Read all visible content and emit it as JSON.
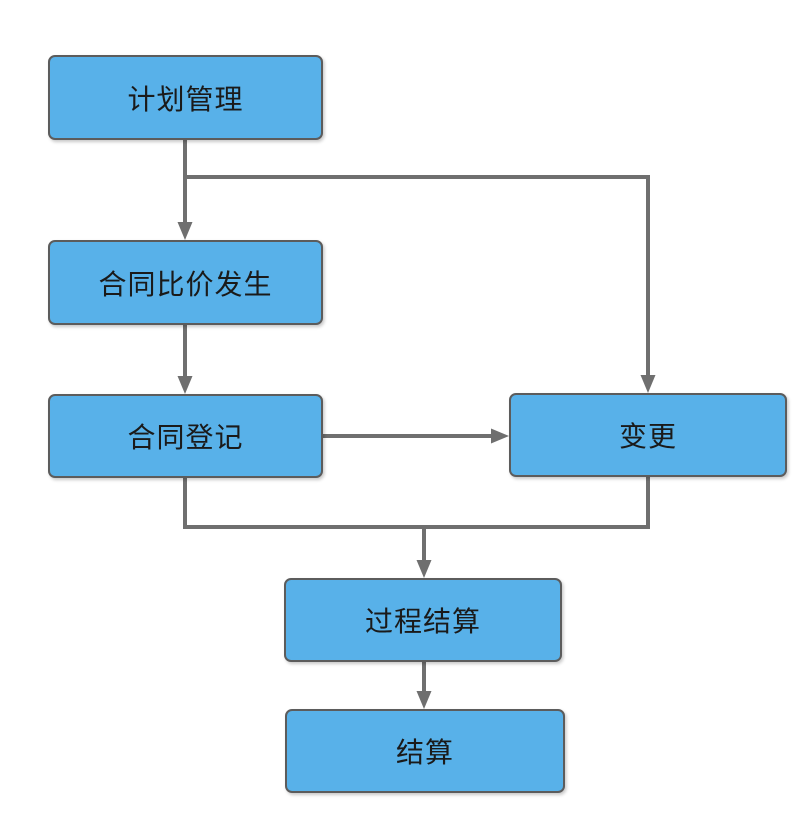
{
  "diagram": {
    "type": "flowchart",
    "nodes": [
      {
        "id": "plan-management",
        "label": "计划管理"
      },
      {
        "id": "contract-price-comparison",
        "label": "合同比价发生"
      },
      {
        "id": "contract-registration",
        "label": "合同登记"
      },
      {
        "id": "change",
        "label": "变更"
      },
      {
        "id": "process-settlement",
        "label": "过程结算"
      },
      {
        "id": "settlement",
        "label": "结算"
      }
    ],
    "edges": [
      {
        "from": "plan-management",
        "to": "contract-price-comparison"
      },
      {
        "from": "plan-management",
        "to": "change"
      },
      {
        "from": "contract-price-comparison",
        "to": "contract-registration"
      },
      {
        "from": "contract-registration",
        "to": "change"
      },
      {
        "from": "contract-registration",
        "to": "process-settlement"
      },
      {
        "from": "change",
        "to": "process-settlement"
      },
      {
        "from": "process-settlement",
        "to": "settlement"
      }
    ],
    "colors": {
      "node_fill": "#58B1E9",
      "node_border": "#5C5C5C",
      "connector": "#6F6F6F",
      "text_color": "#1A1A1A",
      "background": "#FFFFFF"
    }
  }
}
